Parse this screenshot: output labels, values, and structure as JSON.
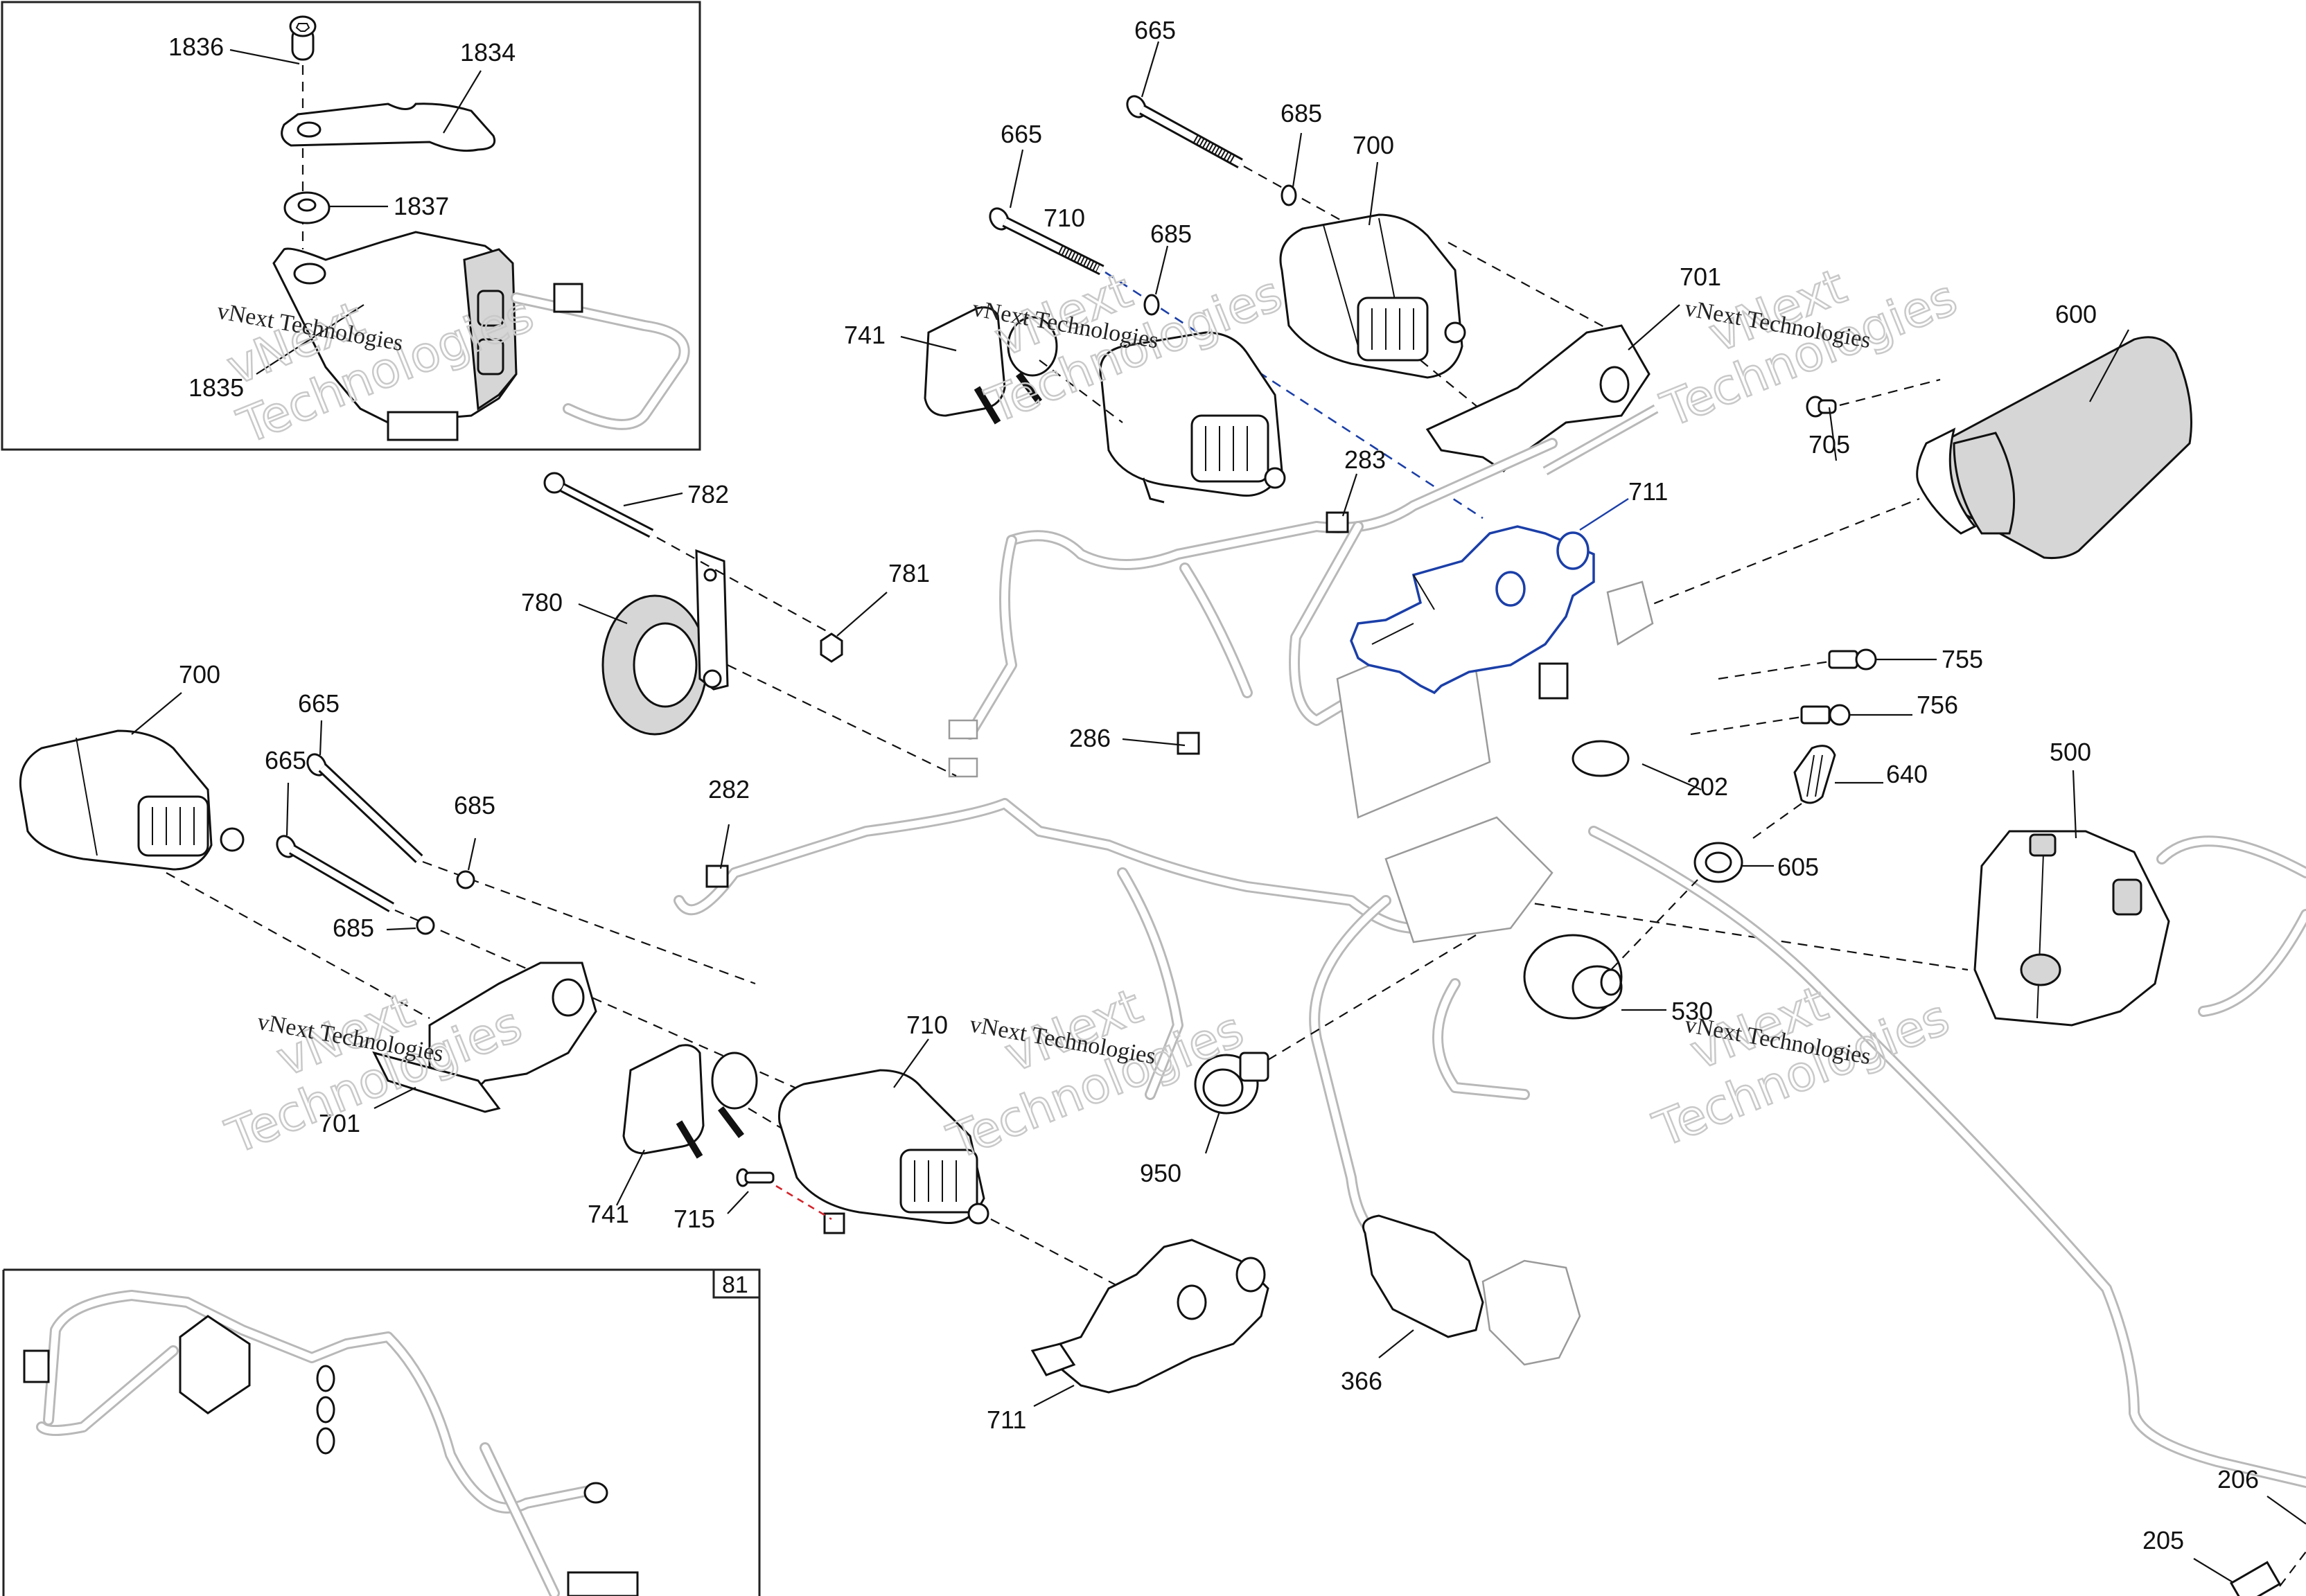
{
  "diagram": {
    "title": "",
    "highlight_color": "#1b3fa8",
    "highlight_part": "711",
    "watermark": {
      "line1": "vNext Technologies",
      "outline_line1": "vNext",
      "outline_line2": "Technologies"
    },
    "insets": [
      {
        "name": "top-left-inset",
        "callouts": [
          "1836",
          "1834",
          "1837",
          "1835"
        ]
      },
      {
        "name": "bottom-left-inset",
        "tag": "81"
      }
    ],
    "callouts": {
      "c1836": "1836",
      "c1834": "1834",
      "c1837": "1837",
      "c1835": "1835",
      "c665_top": "665",
      "c685_top": "685",
      "c700_top": "700",
      "c665_mid": "665",
      "c710_top": "710",
      "c685_mid": "685",
      "c741_top": "741",
      "c701_top": "701",
      "c600": "600",
      "c705": "705",
      "c711_blue": "711",
      "c283": "283",
      "c782": "782",
      "c780": "780",
      "c781": "781",
      "c755": "755",
      "c756": "756",
      "c202": "202",
      "c640": "640",
      "c500": "500",
      "c605": "605",
      "c286": "286",
      "c700_left": "700",
      "c665_left_a": "665",
      "c665_left_b": "665",
      "c685_left_a": "685",
      "c685_left_b": "685",
      "c282": "282",
      "c530": "530",
      "c701_left": "701",
      "c710_bottom": "710",
      "c741_bottom": "741",
      "c715": "715",
      "c950": "950",
      "c711_bottom": "711",
      "c366": "366",
      "c206": "206",
      "c205": "205",
      "inset_tag_81": "81"
    }
  }
}
